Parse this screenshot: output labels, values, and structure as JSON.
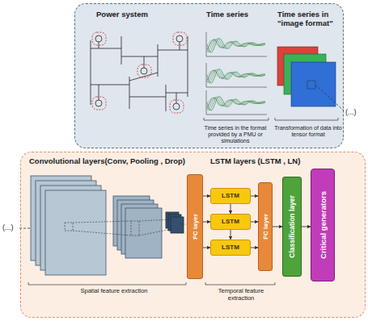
{
  "diagram": {
    "nodes": [
      {
        "text": [
          "Power system",
          "Time series",
          "Time series in \"image format\"",
          "Time series in the format provided by a PMU or simulations",
          "Transformation of data into tensor format"
        ]
      },
      {
        "text": [
          "Convolutional layers(Conv, Pooling , Drop)",
          "LSTM layers (LSTM , LN)",
          "Spatial feature extraction",
          "Temporal feature extraction"
        ]
      },
      {
        "text": [
          "FC layer"
        ],
        "in": 1
      },
      {
        "text": [
          "LSTM"
        ],
        "in": 1
      },
      {
        "text": [
          "LSTM"
        ],
        "in": 1
      },
      {
        "text": [
          "LSTM"
        ],
        "in": 1
      },
      {
        "text": [
          "FC layer"
        ],
        "in": 1
      },
      {
        "text": [
          "Classification layer"
        ],
        "in": 1
      },
      {
        "text": [
          "Critical generators"
        ],
        "in": 1
      }
    ],
    "edges": [
      {
        "from": 2,
        "to": 3,
        "arrow": "to"
      },
      {
        "from": 2,
        "to": 4,
        "arrow": "to"
      },
      {
        "from": 2,
        "to": 5,
        "arrow": "to"
      },
      {
        "from": 3,
        "to": 4,
        "arrow": "to"
      },
      {
        "from": 4,
        "to": 5,
        "arrow": "to"
      },
      {
        "from": 3,
        "to": 6,
        "arrow": "to"
      },
      {
        "from": 4,
        "to": 6,
        "arrow": "to"
      },
      {
        "from": 5,
        "to": 6,
        "arrow": "to"
      },
      {
        "from": 6,
        "to": 7,
        "arrow": "to"
      },
      {
        "from": 7,
        "to": 8,
        "arrow": "to"
      }
    ],
    "labels": [
      "(...)",
      "(...)"
    ]
  }
}
